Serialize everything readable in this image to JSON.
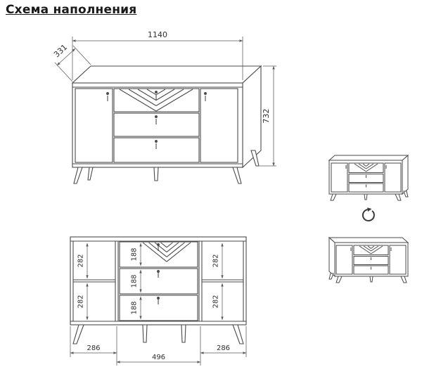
{
  "title": "Схема наполнения",
  "perspective_view": {
    "width_mm": "1140",
    "depth_mm": "331",
    "height_mm": "732"
  },
  "front_view": {
    "left_shelf_top_mm": "282",
    "left_shelf_bottom_mm": "282",
    "right_shelf_top_mm": "282",
    "right_shelf_bottom_mm": "282",
    "drawer_1_mm": "188",
    "drawer_2_mm": "188",
    "drawer_3_mm": "188",
    "bottom_width_left_mm": "286",
    "bottom_width_center_mm": "496",
    "bottom_width_right_mm": "286"
  }
}
